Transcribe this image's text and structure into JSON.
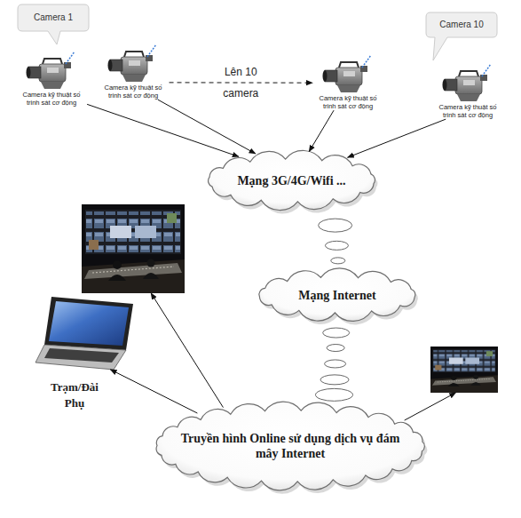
{
  "diagram": {
    "nodes": [
      {
        "text": [
          "Camera 1"
        ]
      },
      {
        "text": [
          "Camera 10"
        ]
      },
      {
        "text": [
          "Camera kỹ thuật số trinh sát cơ động"
        ]
      },
      {
        "text": [
          "Camera kỹ thuật số trinh sát cơ động"
        ]
      },
      {
        "text": [
          "Camera kỹ thuật số trinh sát cơ động"
        ]
      },
      {
        "text": [
          "Camera kỹ thuật số trinh sát cơ động"
        ]
      },
      {
        "text": [
          "Mạng 3G/4G/Wifi ..."
        ]
      },
      {
        "text": []
      },
      {
        "text": [
          "Mạng Internet"
        ]
      },
      {
        "text": [
          "Trạm/Đài Phụ"
        ]
      },
      {
        "text": []
      },
      {
        "text": [
          "Truyền hình Online sử dụng dịch vụ đám mây Internet"
        ]
      }
    ],
    "edges": [
      {
        "from": 2,
        "to": 6,
        "arrow": "to"
      },
      {
        "from": 3,
        "to": 6,
        "arrow": "to"
      },
      {
        "from": 4,
        "to": 6,
        "arrow": "to"
      },
      {
        "from": 5,
        "to": 6,
        "arrow": "to"
      },
      {
        "from": 3,
        "to": 4,
        "label": "Lên 10 camera",
        "arrow": "to"
      },
      {
        "from": 6,
        "to": 8,
        "arrow": "none"
      },
      {
        "from": 8,
        "to": 11,
        "arrow": "none"
      },
      {
        "from": 11,
        "to": 7,
        "arrow": "to"
      },
      {
        "from": 11,
        "to": 9,
        "arrow": "to"
      },
      {
        "from": 11,
        "to": 10,
        "arrow": "to"
      }
    ]
  }
}
